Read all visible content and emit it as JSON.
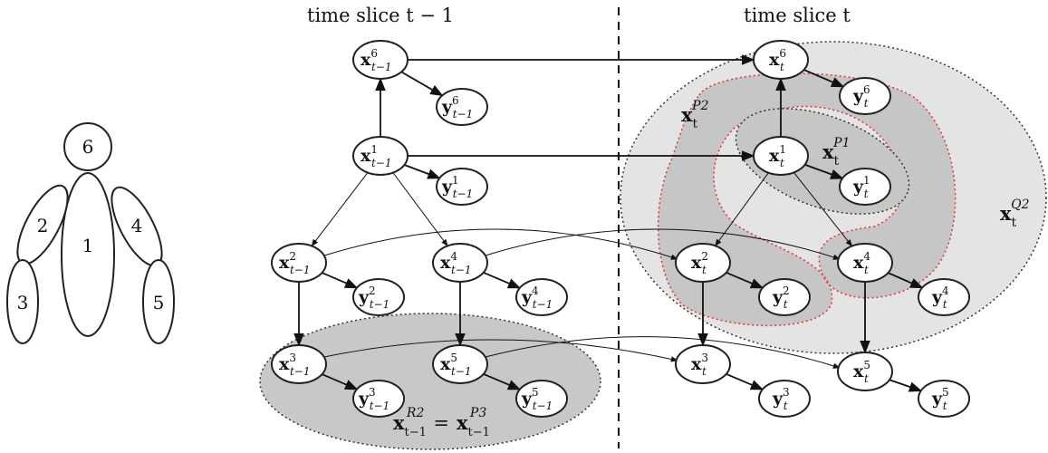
{
  "slice_prev": {
    "label": "time slice t − 1"
  },
  "slice_curr": {
    "label": "time slice t"
  },
  "body_model": {
    "parts": [
      "6",
      "2",
      "1",
      "4",
      "3",
      "5"
    ]
  },
  "regions": {
    "Q2": {
      "base": "x",
      "sub": "t",
      "sup": "Q2"
    },
    "P2": {
      "base": "x",
      "sub": "t",
      "sup": "P2"
    },
    "P1": {
      "base": "x",
      "sub": "t",
      "sup": "P1"
    },
    "R2": {
      "text": "x",
      "sub": "t−1",
      "sup": "R2",
      "eq": "=",
      "text2": "x",
      "sub2": "t−1",
      "sup2": "P3"
    }
  },
  "nodes": {
    "xp6": {
      "base": "x",
      "sup": "6",
      "sub": "t−1"
    },
    "yp6": {
      "base": "y",
      "sup": "6",
      "sub": "t−1"
    },
    "xp1": {
      "base": "x",
      "sup": "1",
      "sub": "t−1"
    },
    "yp1": {
      "base": "y",
      "sup": "1",
      "sub": "t−1"
    },
    "xp2": {
      "base": "x",
      "sup": "2",
      "sub": "t−1"
    },
    "yp2": {
      "base": "y",
      "sup": "2",
      "sub": "t−1"
    },
    "xp4": {
      "base": "x",
      "sup": "4",
      "sub": "t−1"
    },
    "yp4": {
      "base": "y",
      "sup": "4",
      "sub": "t−1"
    },
    "xp3": {
      "base": "x",
      "sup": "3",
      "sub": "t−1"
    },
    "yp3": {
      "base": "y",
      "sup": "3",
      "sub": "t−1"
    },
    "xp5": {
      "base": "x",
      "sup": "5",
      "sub": "t−1"
    },
    "yp5": {
      "base": "y",
      "sup": "5",
      "sub": "t−1"
    },
    "xc6": {
      "base": "x",
      "sup": "6",
      "sub": "t"
    },
    "yc6": {
      "base": "y",
      "sup": "6",
      "sub": "t"
    },
    "xc1": {
      "base": "x",
      "sup": "1",
      "sub": "t"
    },
    "yc1": {
      "base": "y",
      "sup": "1",
      "sub": "t"
    },
    "xc2": {
      "base": "x",
      "sup": "2",
      "sub": "t"
    },
    "yc2": {
      "base": "y",
      "sup": "2",
      "sub": "t"
    },
    "xc4": {
      "base": "x",
      "sup": "4",
      "sub": "t"
    },
    "yc4": {
      "base": "y",
      "sup": "4",
      "sub": "t"
    },
    "xc3": {
      "base": "x",
      "sup": "3",
      "sub": "t"
    },
    "yc3": {
      "base": "y",
      "sup": "3",
      "sub": "t"
    },
    "xc5": {
      "base": "x",
      "sup": "5",
      "sub": "t"
    },
    "yc5": {
      "base": "y",
      "sup": "5",
      "sub": "t"
    }
  }
}
